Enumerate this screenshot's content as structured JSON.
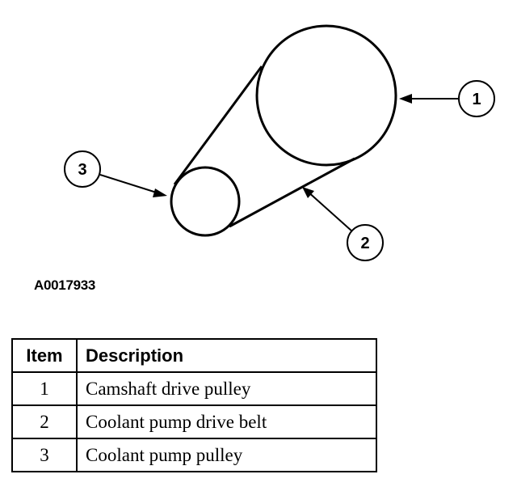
{
  "figure_id": "A0017933",
  "callouts": [
    {
      "number": "1"
    },
    {
      "number": "2"
    },
    {
      "number": "3"
    }
  ],
  "legend": {
    "headers": {
      "item": "Item",
      "description": "Description"
    },
    "rows": [
      {
        "item": "1",
        "description": "Camshaft drive pulley"
      },
      {
        "item": "2",
        "description": "Coolant pump drive belt"
      },
      {
        "item": "3",
        "description": "Coolant pump pulley"
      }
    ]
  }
}
